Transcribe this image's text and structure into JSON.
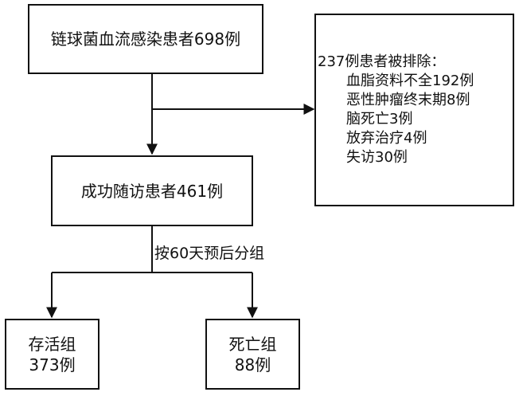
{
  "nodes": {
    "enrolled": "链球菌血流感染患者698例",
    "excluded": {
      "title": "237例患者被排除：",
      "reasons": [
        "血脂资料不全192例",
        "恶性肿瘤终末期8例",
        "脑死亡3例",
        "放弃治疗4例",
        "失访30例"
      ]
    },
    "followed": "成功随访患者461例",
    "grouping_label": "按60天预后分组",
    "survival": {
      "name": "存活组",
      "count": "373例"
    },
    "death": {
      "name": "死亡组",
      "count": "88例"
    }
  },
  "colors": {
    "stroke": "#111111",
    "background": "#ffffff"
  }
}
